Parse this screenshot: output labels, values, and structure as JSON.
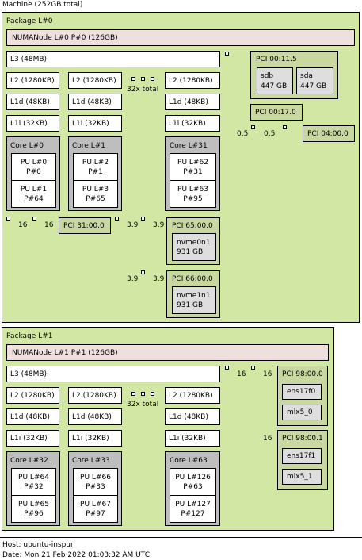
{
  "machine": {
    "title": "Machine (252GB total)"
  },
  "packages": [
    {
      "label": "Package L#0",
      "numa": "NUMANode L#0 P#0 (126GB)",
      "l3": "L3 (48MB)",
      "l2": [
        "L2 (1280KB)",
        "L2 (1280KB)",
        "L2 (1280KB)"
      ],
      "l1d": [
        "L1d (48KB)",
        "L1d (48KB)",
        "L1d (48KB)"
      ],
      "l1i": [
        "L1i (32KB)",
        "L1i (32KB)",
        "L1i (32KB)"
      ],
      "total": "32x total",
      "cores": [
        {
          "label": "Core L#0",
          "pu": [
            [
              "PU L#0",
              "P#0"
            ],
            [
              "PU L#1",
              "P#64"
            ]
          ]
        },
        {
          "label": "Core L#1",
          "pu": [
            [
              "PU L#2",
              "P#1"
            ],
            [
              "PU L#3",
              "P#65"
            ]
          ]
        },
        {
          "label": "Core L#31",
          "pu": [
            [
              "PU L#62",
              "P#31"
            ],
            [
              "PU L#63",
              "P#95"
            ]
          ]
        }
      ],
      "pci_a": {
        "label": "PCI 00:11.5",
        "devs": [
          [
            "sdb",
            "447 GB"
          ],
          [
            "sda",
            "447 GB"
          ]
        ]
      },
      "pci_b": {
        "label": "PCI 00:17.0"
      },
      "pci_c": {
        "label": "PCI 04:00.0"
      },
      "bw_c": [
        "0.5",
        "0.5"
      ],
      "pci_31": {
        "label": "PCI 31:00.0"
      },
      "bw_31": [
        "16",
        "16"
      ],
      "pci_65": {
        "label": "PCI 65:00.0",
        "dev": [
          "nvme0n1",
          "931 GB"
        ]
      },
      "bw_65": [
        "3.9",
        "3.9"
      ],
      "pci_66": {
        "label": "PCI 66:00.0",
        "dev": [
          "nvme1n1",
          "931 GB"
        ]
      },
      "bw_66": [
        "3.9",
        "3.9"
      ]
    },
    {
      "label": "Package L#1",
      "numa": "NUMANode L#1 P#1 (126GB)",
      "l3": "L3 (48MB)",
      "l2": [
        "L2 (1280KB)",
        "L2 (1280KB)",
        "L2 (1280KB)"
      ],
      "l1d": [
        "L1d (48KB)",
        "L1d (48KB)",
        "L1d (48KB)"
      ],
      "l1i": [
        "L1i (32KB)",
        "L1i (32KB)",
        "L1i (32KB)"
      ],
      "total": "32x total",
      "cores": [
        {
          "label": "Core L#32",
          "pu": [
            [
              "PU L#64",
              "P#32"
            ],
            [
              "PU L#65",
              "P#96"
            ]
          ]
        },
        {
          "label": "Core L#33",
          "pu": [
            [
              "PU L#66",
              "P#33"
            ],
            [
              "PU L#67",
              "P#97"
            ]
          ]
        },
        {
          "label": "Core L#63",
          "pu": [
            [
              "PU L#126",
              "P#63"
            ],
            [
              "PU L#127",
              "P#127"
            ]
          ]
        }
      ],
      "pci_a": {
        "label": "PCI 98:00.0",
        "devs": [
          "ens17f0",
          "mlx5_0"
        ]
      },
      "pci_b": {
        "label": "PCI 98:00.1",
        "devs": [
          "ens17f1",
          "mlx5_1"
        ]
      },
      "bw": [
        "16",
        "16",
        "16"
      ]
    }
  ],
  "footer": {
    "host": "Host: ubuntu-inspur",
    "date": "Date: Mon 21 Feb 2022 01:03:32 AM UTC"
  }
}
